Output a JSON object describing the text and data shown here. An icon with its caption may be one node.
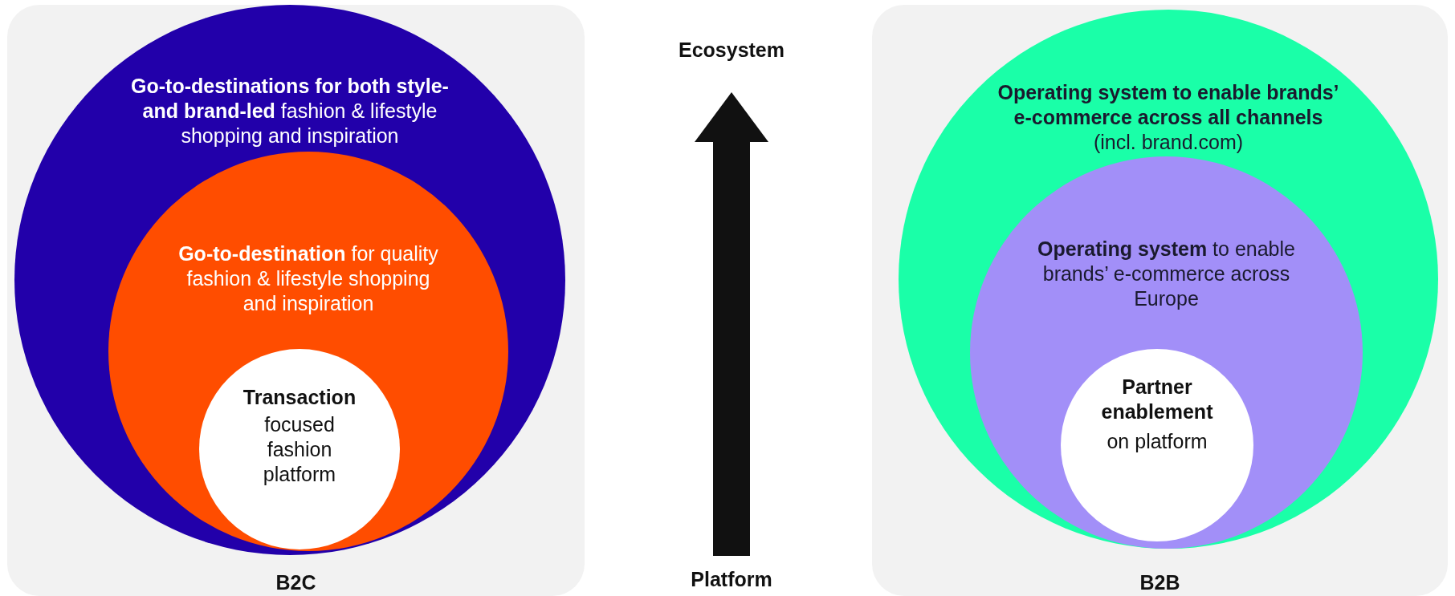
{
  "diagram": {
    "nodes": [
      {
        "text": [
          "B2C"
        ]
      },
      {
        "text": [
          "**Go-to-destinations for both style- and brand-led** fashion & lifestyle shopping and inspiration"
        ],
        "in": 0
      },
      {
        "text": [
          "**Go-to-destination** for quality fashion & lifestyle shopping and inspiration"
        ],
        "in": 1
      },
      {
        "text": [
          "Transaction",
          "focused fashion platform"
        ],
        "in": 2
      },
      {
        "text": [
          "Ecosystem"
        ]
      },
      {
        "text": [
          "Platform"
        ]
      },
      {
        "text": [
          "B2B"
        ]
      },
      {
        "text": [
          "**Operating system to enable brands’ e-commerce across all channels** (incl. brand.com)"
        ],
        "in": 6
      },
      {
        "text": [
          "**Operating system** to enable brands’ e-commerce across Europe"
        ],
        "in": 7
      },
      {
        "text": [
          "Partner enablement",
          "on platform"
        ],
        "in": 8
      }
    ],
    "edges": [
      {
        "from": 5,
        "to": 4,
        "arrow": "to"
      }
    ]
  }
}
